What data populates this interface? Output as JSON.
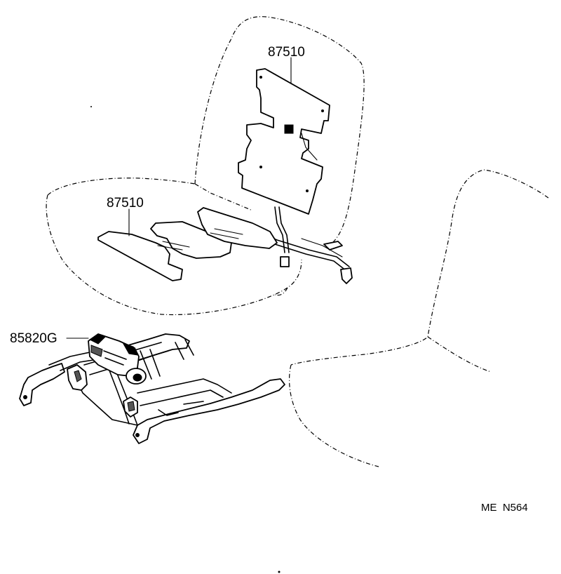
{
  "labels": {
    "seatback_heater": "87510",
    "cushion_heater": "87510",
    "motor": "85820G",
    "diagram_code": "ME  N564"
  }
}
